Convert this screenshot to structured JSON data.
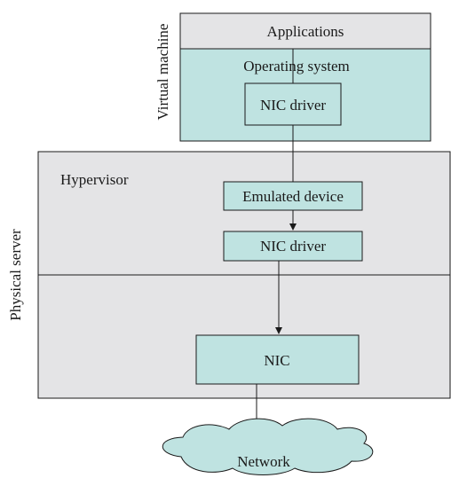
{
  "diagram": {
    "vm_label": "Virtual machine",
    "server_label": "Physical server",
    "applications": "Applications",
    "operating_system": "Operating system",
    "vm_nic_driver": "NIC driver",
    "hypervisor": "Hypervisor",
    "emulated_device": "Emulated device",
    "hv_nic_driver": "NIC driver",
    "nic": "NIC",
    "network": "Network"
  },
  "colors": {
    "teal": "#bfe3e1",
    "gray": "#e4e4e6",
    "stroke": "#1a1a1a"
  }
}
